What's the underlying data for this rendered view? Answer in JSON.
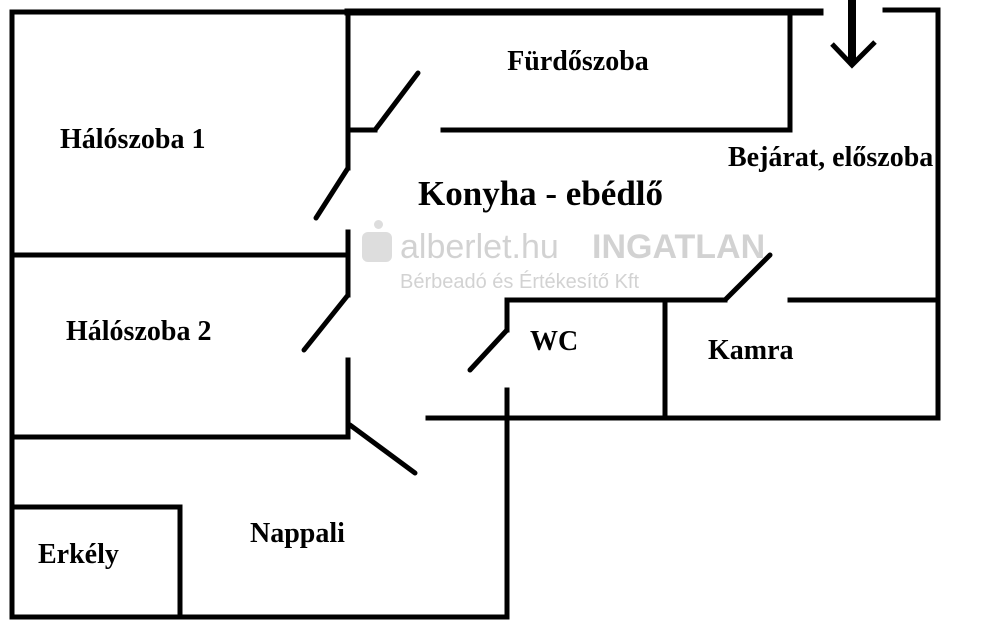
{
  "rooms": {
    "bathroom": "Fürdőszoba",
    "bedroom1": "Hálószoba 1",
    "kitchen": "Konyha - ebédlő",
    "entrance": "Bejárat, előszoba",
    "bedroom2": "Hálószoba 2",
    "wc": "WC",
    "pantry": "Kamra",
    "living": "Nappali",
    "balcony": "Erkély"
  },
  "watermark": {
    "site": "alberlet.hu",
    "brand": "INGATLAN",
    "tagline": "Bérbeadó és Értékesítő Kft"
  }
}
